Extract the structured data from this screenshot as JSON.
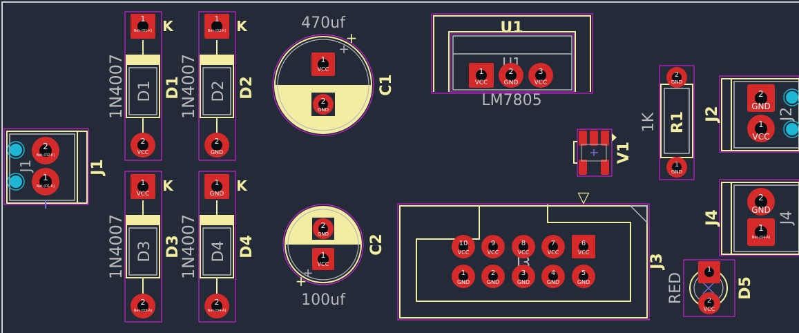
{
  "colors": {
    "background": "#232b38",
    "silkscreen": "#f2eda1",
    "fab": "#b9b9b9",
    "courtyard": "#d21cd6",
    "pad": "#d42a2a",
    "pad_hole": "#0a0d12",
    "drill_hole": "#1fb6d6",
    "board_edge": "#d0d0d0"
  },
  "components": {
    "D1": {
      "ref": "D1",
      "fab_ref": "D1",
      "value": "1N4007",
      "pin1": "1",
      "pin2": "2",
      "net1": "Net-(D1-K)",
      "net2": "VCC",
      "cathode": "K"
    },
    "D2": {
      "ref": "D2",
      "fab_ref": "D2",
      "value": "1N4007",
      "pin1": "1",
      "pin2": "2",
      "net1": "Net-(D2-K)",
      "net2": "GND",
      "cathode": "K"
    },
    "D3": {
      "ref": "D3",
      "fab_ref": "D3",
      "value": "1N4007",
      "pin1": "1",
      "pin2": "2",
      "net1": "VCC",
      "net2": "Net-(D3-A)",
      "cathode": "K"
    },
    "D4": {
      "ref": "D4",
      "fab_ref": "D4",
      "value": "1N4007",
      "pin1": "1",
      "pin2": "2",
      "net1": "GND",
      "net2": "Net-(D4-A)",
      "cathode": "K"
    },
    "C1": {
      "ref": "C1",
      "value": "470uf",
      "pin1": "1",
      "pin2": "2",
      "net1": "VCC",
      "net2": "GND",
      "plus": "+"
    },
    "C2": {
      "ref": "C2",
      "value": "100uf",
      "pin1": "2",
      "pin2": "1",
      "net1": "GND",
      "net2": "VCC",
      "plus": "+"
    },
    "U1": {
      "ref": "U1",
      "fab_ref": "U1",
      "value": "LM7805",
      "pins": [
        "1",
        "2",
        "3"
      ],
      "nets": [
        "VCC",
        "GND",
        "VCC"
      ]
    },
    "J1": {
      "ref": "J1",
      "fab_ref": "J1",
      "pins": [
        "2",
        "1"
      ],
      "nets": [
        "Net-(D2-K)",
        "Net-(D1-K)"
      ]
    },
    "J2": {
      "ref": "J2",
      "fab_ref": "J2",
      "pins": [
        "2",
        "1"
      ],
      "nets": [
        "GND",
        "VCC"
      ]
    },
    "J4": {
      "ref": "J4",
      "fab_ref": "J4",
      "pins": [
        "2",
        "1"
      ],
      "nets": [
        "GND",
        "Net-(D4-A)"
      ]
    },
    "J3": {
      "ref": "J3",
      "fab_ref": "J3",
      "pin1_marker": "▽",
      "top_pins": [
        "10",
        "9",
        "8",
        "7",
        "6"
      ],
      "top_nets": [
        "VCC",
        "VCC",
        "VCC",
        "VCC",
        "VCC"
      ],
      "bottom_pins": [
        "1",
        "2",
        "3",
        "4",
        "5"
      ],
      "bottom_nets": [
        "GND",
        "GND",
        "GND",
        "GND",
        "GND"
      ]
    },
    "R1": {
      "ref": "R1",
      "value": "1K",
      "pin1": "1",
      "pin2": "2",
      "net1": "GND",
      "net2": "GND"
    },
    "V1": {
      "ref": "V1"
    },
    "D5": {
      "ref": "D5",
      "value": "RED",
      "pin1": "1",
      "pin2": "2",
      "net1": "",
      "net2": "VCC"
    }
  }
}
